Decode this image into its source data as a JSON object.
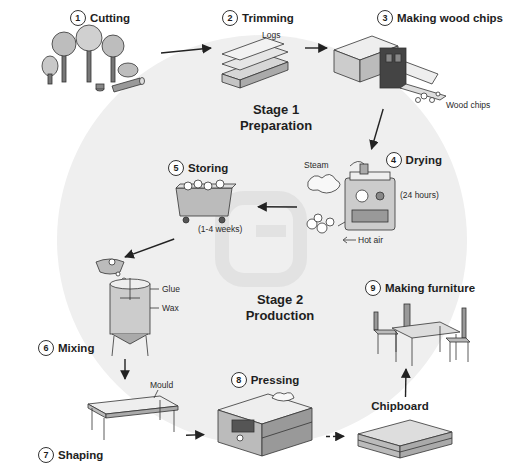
{
  "diagram": {
    "nodes": [
      {
        "text": [
          "1",
          "Cutting"
        ]
      },
      {
        "text": [
          "2",
          "Trimming"
        ]
      },
      {
        "text": [
          "3",
          "Making wood chips"
        ]
      },
      {
        "text": [
          "4",
          "Drying"
        ]
      },
      {
        "text": [
          "5",
          "Storing"
        ]
      },
      {
        "text": [
          "6",
          "Mixing"
        ]
      },
      {
        "text": [
          "7",
          "Shaping"
        ]
      },
      {
        "text": [
          "8",
          "Pressing"
        ]
      },
      {
        "text": [
          "Chipboard"
        ]
      },
      {
        "text": [
          "9",
          "Making furniture"
        ]
      }
    ],
    "edges": [
      {
        "from": 0,
        "to": 1,
        "arrow": "to"
      },
      {
        "from": 1,
        "to": 2,
        "arrow": "to"
      },
      {
        "from": 2,
        "to": 3,
        "arrow": "to"
      },
      {
        "from": 3,
        "to": 4,
        "arrow": "to"
      },
      {
        "from": 4,
        "to": 5,
        "arrow": "to"
      },
      {
        "from": 5,
        "to": 6,
        "arrow": "to"
      },
      {
        "from": 6,
        "to": 7,
        "arrow": "to"
      },
      {
        "from": 7,
        "to": 8,
        "arrow": "to"
      },
      {
        "from": 8,
        "to": 9,
        "arrow": "to"
      }
    ],
    "labels": [
      "Logs",
      "Wood chips",
      "Stage 1 Preparation",
      "Steam",
      "(24 hours)",
      "Hot air",
      "(1-4 weeks)",
      "Glue",
      "Wax",
      "Stage 2 Production",
      "Mould"
    ]
  }
}
